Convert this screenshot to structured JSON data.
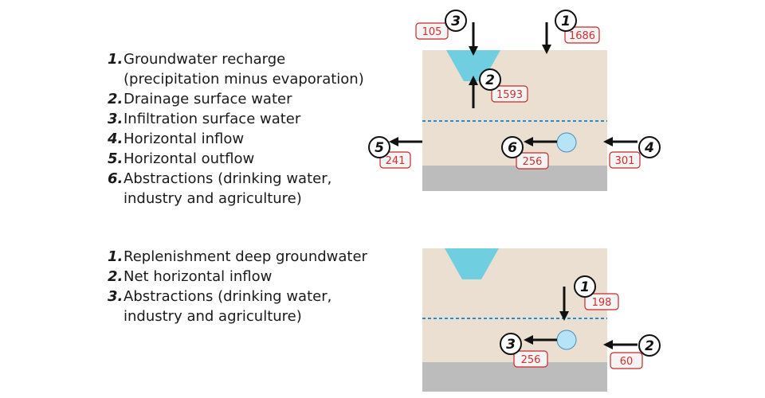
{
  "colors": {
    "soil": "#eadfd1",
    "bedrock": "#bcbcbc",
    "water": "#6fcfe0",
    "well": "#b7e3f6",
    "water_table": "#1f8fd6",
    "badge_text": "#d32f2f",
    "badge_border": "#c62828",
    "badge_fill": "#f4f4f4"
  },
  "top": {
    "legend": [
      {
        "num": "1.",
        "text": "Groundwater recharge",
        "cont": "(precipitation minus evaporation)"
      },
      {
        "num": "2.",
        "text": "Drainage surface water"
      },
      {
        "num": "3.",
        "text": "Infiltration surface water"
      },
      {
        "num": "4.",
        "text": "Horizontal inflow"
      },
      {
        "num": "5.",
        "text": "Horizontal outflow"
      },
      {
        "num": "6.",
        "text": "Abstractions (drinking water,",
        "cont": "industry and agriculture)"
      }
    ],
    "flows": [
      {
        "num": "1",
        "value": "1686",
        "icon": "arrow-down-icon"
      },
      {
        "num": "2",
        "value": "1593",
        "icon": "arrow-up-icon"
      },
      {
        "num": "3",
        "value": "105",
        "icon": "arrow-down-icon"
      },
      {
        "num": "4",
        "value": "301",
        "icon": "arrow-left-icon"
      },
      {
        "num": "5",
        "value": "241",
        "icon": "arrow-left-icon"
      },
      {
        "num": "6",
        "value": "256",
        "icon": "arrow-left-icon"
      }
    ]
  },
  "bottom": {
    "legend": [
      {
        "num": "1.",
        "text": "Replenishment deep groundwater"
      },
      {
        "num": "2.",
        "text": "Net horizontal inflow"
      },
      {
        "num": "3.",
        "text": "Abstractions (drinking water,",
        "cont": "industry and agriculture)"
      }
    ],
    "flows": [
      {
        "num": "1",
        "value": "198",
        "icon": "arrow-down-icon"
      },
      {
        "num": "2",
        "value": "60",
        "icon": "arrow-left-icon"
      },
      {
        "num": "3",
        "value": "256",
        "icon": "arrow-left-icon"
      }
    ]
  }
}
